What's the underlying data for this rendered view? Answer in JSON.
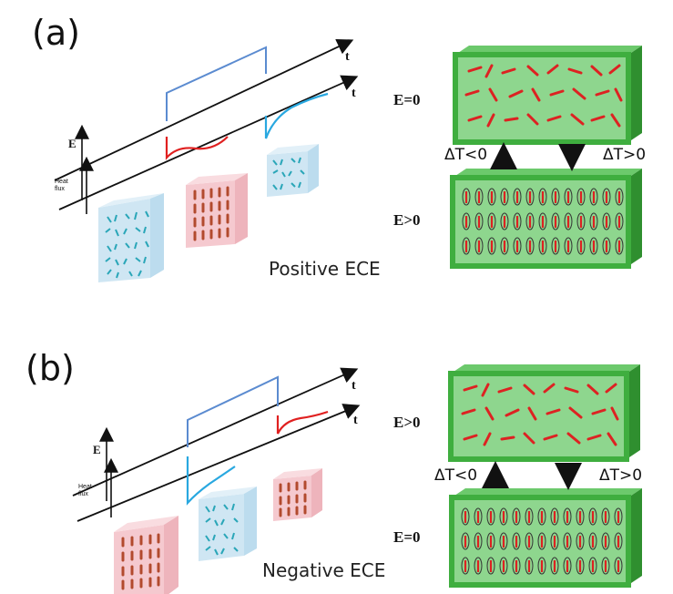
{
  "panels": [
    {
      "id": "a",
      "label": "(a)",
      "caption": "Positive ECE",
      "time_axis_label": "t",
      "field_axis_label": "E",
      "heat_flux_label": "Heat\nflux",
      "top_box_label": "E=0",
      "bottom_box_label": "E>0",
      "arrow_up_label": "ΔT<0",
      "arrow_down_label": "ΔT>0",
      "colors": {
        "heat_release": "#e02020",
        "heat_absorb": "#29a8e0",
        "field_pulse": "#5b8bd0",
        "box": "#3fae3f"
      }
    },
    {
      "id": "b",
      "label": "(b)",
      "caption": "Negative ECE",
      "time_axis_label": "t",
      "field_axis_label": "E",
      "heat_flux_label": "Heat\nflux",
      "top_box_label": "E>0",
      "bottom_box_label": "E=0",
      "arrow_up_label": "ΔT<0",
      "arrow_down_label": "ΔT>0",
      "colors": {
        "heat_release": "#e02020",
        "heat_absorb": "#29a8e0",
        "field_pulse": "#5b8bd0",
        "box": "#3fae3f"
      }
    }
  ]
}
